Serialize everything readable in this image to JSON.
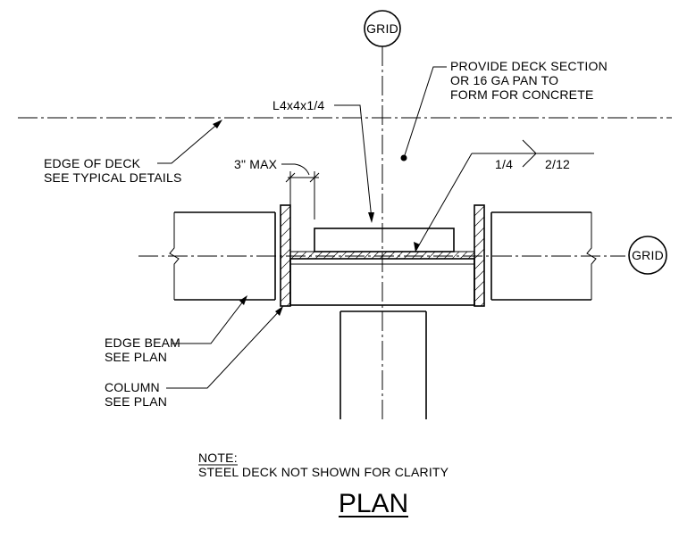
{
  "labels": {
    "grid_top": "GRID",
    "grid_right": "GRID",
    "provide_1": "PROVIDE DECK SECTION",
    "provide_2": "OR 16 GA PAN TO",
    "provide_3": "FORM FOR CONCRETE",
    "angle": "L4x4x1/4",
    "edge_deck_1": "EDGE OF DECK",
    "edge_deck_2": "SEE TYPICAL DETAILS",
    "max_gap": "3\" MAX",
    "weld_size": "1/4",
    "weld_pitch": "2/12",
    "edge_beam_1": "EDGE BEAM",
    "edge_beam_2": "SEE PLAN",
    "column_1": "COLUMN",
    "column_2": "SEE PLAN",
    "note_title": "NOTE:",
    "note_text": "STEEL DECK NOT SHOWN FOR CLARITY",
    "title": "PLAN"
  }
}
